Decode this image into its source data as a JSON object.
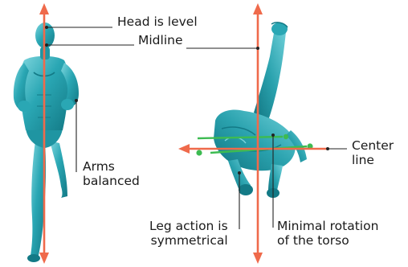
{
  "annotations": {
    "head_level": "Head is level",
    "midline": "Midline",
    "arms_balanced": [
      "Arms",
      "balanced"
    ],
    "center_line": [
      "Center",
      "line"
    ],
    "leg_action": [
      "Leg action is",
      "symmetrical"
    ],
    "minimal_rotation": [
      "Minimal rotation",
      "of the torso"
    ]
  },
  "colors": {
    "axis_line": "#ef6a4b",
    "green_line": "#3dbb52",
    "figure_body": "#2aa7b4",
    "figure_shadow": "#137a86",
    "figure_highlight": "#7fd6de",
    "leader_line": "#222222",
    "text": "#1a1a1a"
  }
}
